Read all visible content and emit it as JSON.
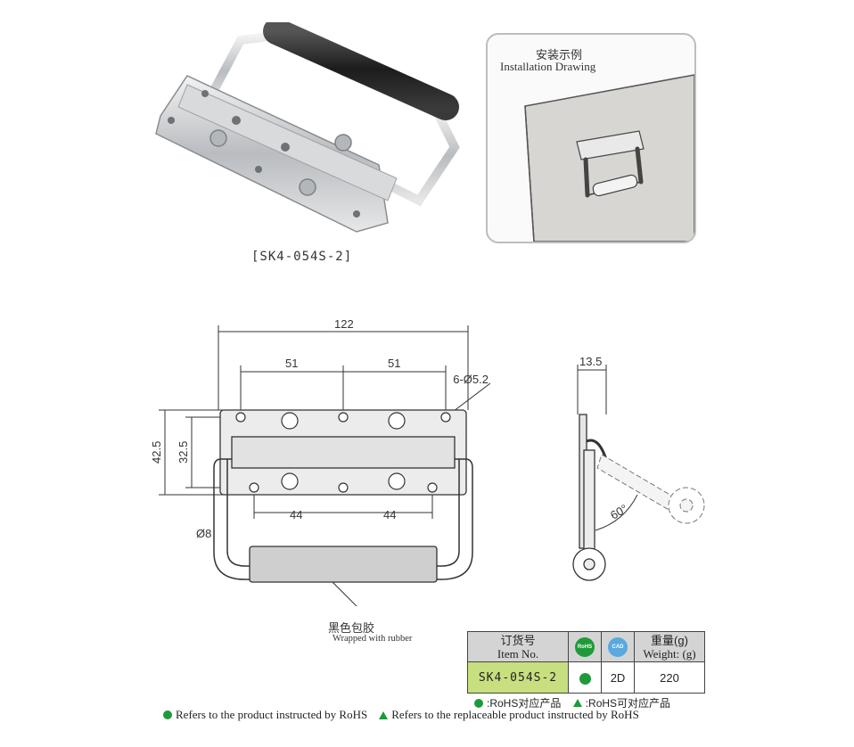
{
  "product": {
    "code_label": "[SK4-054S-2]"
  },
  "install": {
    "title_cn": "安装示例",
    "title_en": "Installation Drawing"
  },
  "dimensions": {
    "overall_width": "122",
    "hole_spacing_top_left": "51",
    "hole_spacing_top_right": "51",
    "hole_spec": "6-Ø5.2",
    "height_outer": "42.5",
    "height_inner": "32.5",
    "hole_spacing_bottom_left": "44",
    "hole_spacing_bottom_right": "44",
    "handle_diameter": "Ø8",
    "side_thickness": "13.5",
    "rotation_angle": "60°"
  },
  "rubber_note": {
    "cn": "黑色包胶",
    "en": "Wrapped with rubber"
  },
  "table": {
    "item_cn": "订货号",
    "item_en": "Item No.",
    "rohs_badge": "RoHS",
    "cad_badge": "CAD",
    "weight_cn": "重量(g)",
    "weight_en": "Weight: (g)",
    "item_value": "SK4-054S-2",
    "cad_value": "2D",
    "weight_value": "220"
  },
  "legend": {
    "cn_rohs": ":RoHS对应产品",
    "cn_replace": ":RoHS可对应产品",
    "en_rohs": "Refers to the product instructed by RoHS",
    "en_replace": "Refers to the replaceable product instructed by RoHS"
  },
  "colors": {
    "rohs_green": "#1f9a3a",
    "cad_blue": "#5aa8e0",
    "item_highlight": "#c7df7f"
  }
}
